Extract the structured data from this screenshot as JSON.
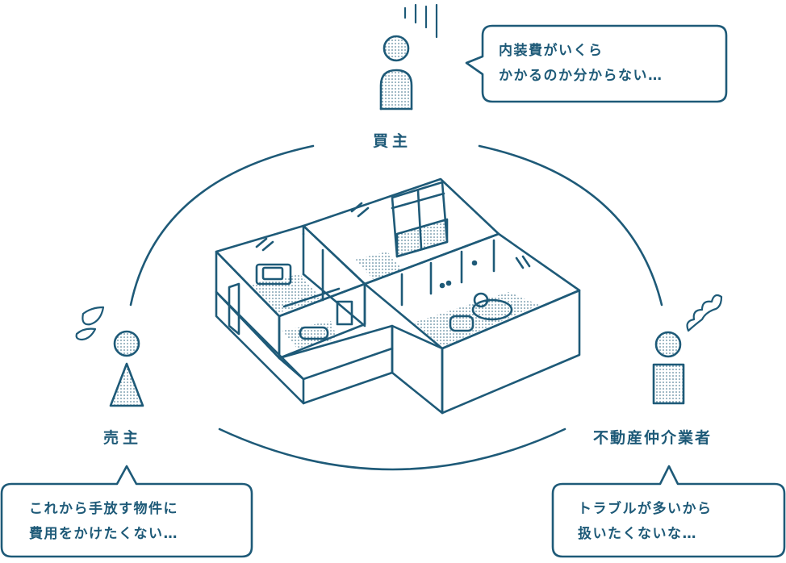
{
  "theme": {
    "line": "#1e5a78",
    "dots": "#1e5a78",
    "background": "#ffffff"
  },
  "roles": {
    "buyer": "買主",
    "seller": "売主",
    "agent": "不動産仲介業者"
  },
  "bubbles": {
    "buyer": [
      "内装費がいくら",
      "かかるのか分からない…"
    ],
    "seller": [
      "これから手放す物件に",
      "費用をかけたくない…"
    ],
    "agent": [
      "トラブルが多いから",
      "扱いたくないな…"
    ]
  },
  "icons": [
    "person-buyer-icon",
    "person-seller-icon",
    "person-agent-icon",
    "sweat-drops-icon",
    "worry-lines-icon",
    "scribble-icon",
    "floor-plan-illustration"
  ]
}
